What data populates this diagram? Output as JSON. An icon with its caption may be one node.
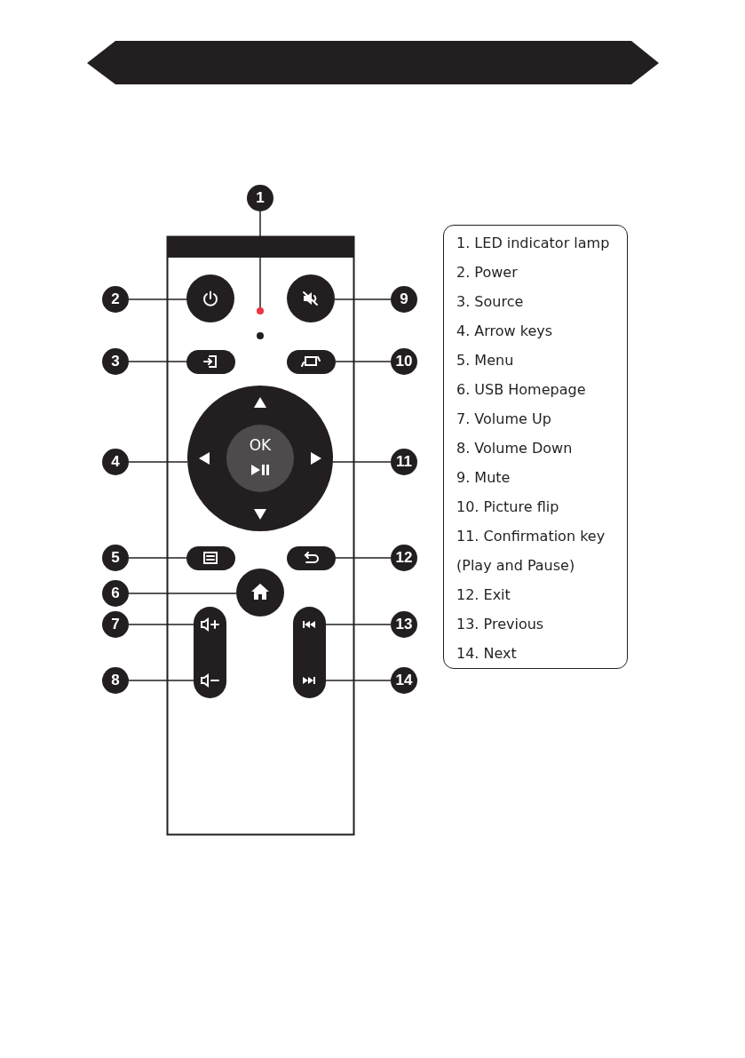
{
  "diagram": {
    "nodes": [
      {
        "text": [
          "1"
        ]
      },
      {
        "text": [
          "2"
        ]
      },
      {
        "text": [
          "3"
        ]
      },
      {
        "text": [
          "4"
        ]
      },
      {
        "text": [
          "5"
        ]
      },
      {
        "text": [
          "6"
        ]
      },
      {
        "text": [
          "7"
        ]
      },
      {
        "text": [
          "8"
        ]
      },
      {
        "text": [
          "9"
        ]
      },
      {
        "text": [
          "10"
        ]
      },
      {
        "text": [
          "11"
        ]
      },
      {
        "text": [
          "12"
        ]
      },
      {
        "text": [
          "13"
        ]
      },
      {
        "text": [
          "14"
        ]
      },
      {
        "text": [],
        "shape": "circle"
      },
      {
        "text": [],
        "shape": "circle"
      },
      {
        "text": [],
        "shape": "box"
      },
      {
        "text": [],
        "shape": "circle"
      },
      {
        "text": [],
        "shape": "box"
      },
      {
        "text": [],
        "shape": "circle"
      },
      {
        "text": [],
        "shape": "bar"
      },
      {
        "text": [],
        "shape": "circle"
      },
      {
        "text": [],
        "shape": "box"
      },
      {
        "text": [
          "OK"
        ],
        "in": 17
      },
      {
        "text": [],
        "shape": "box"
      },
      {
        "text": [],
        "shape": "bar"
      },
      {
        "text": [],
        "shape": "banner"
      }
    ],
    "edges": [
      {
        "from": 0,
        "to": 14,
        "arrow": "none"
      },
      {
        "from": 1,
        "to": 15,
        "arrow": "none"
      },
      {
        "from": 2,
        "to": 16,
        "arrow": "none"
      },
      {
        "from": 3,
        "to": 17,
        "arrow": "none"
      },
      {
        "from": 4,
        "to": 18,
        "arrow": "none"
      },
      {
        "from": 5,
        "to": 19,
        "arrow": "none"
      },
      {
        "from": 6,
        "to": 20,
        "arrow": "none"
      },
      {
        "from": 7,
        "to": 20,
        "arrow": "none"
      },
      {
        "from": 8,
        "to": 21,
        "arrow": "none"
      },
      {
        "from": 9,
        "to": 22,
        "arrow": "none"
      },
      {
        "from": 10,
        "to": 23,
        "arrow": "none"
      },
      {
        "from": 11,
        "to": 24,
        "arrow": "none"
      },
      {
        "from": 12,
        "to": 25,
        "arrow": "none"
      },
      {
        "from": 13,
        "to": 25,
        "arrow": "none"
      }
    ],
    "labels": [
      "1. LED indicator lamp",
      "2. Power",
      "3. Source",
      "4. Arrow keys",
      "5. Menu",
      "6. USB Homepage",
      "7. Volume Up",
      "8. Volume Down",
      "9. Mute",
      "10. Picture flip",
      "11. Confirmation key",
      "(Play and Pause)",
      "12. Exit",
      "13. Previous",
      "14. Next"
    ]
  }
}
